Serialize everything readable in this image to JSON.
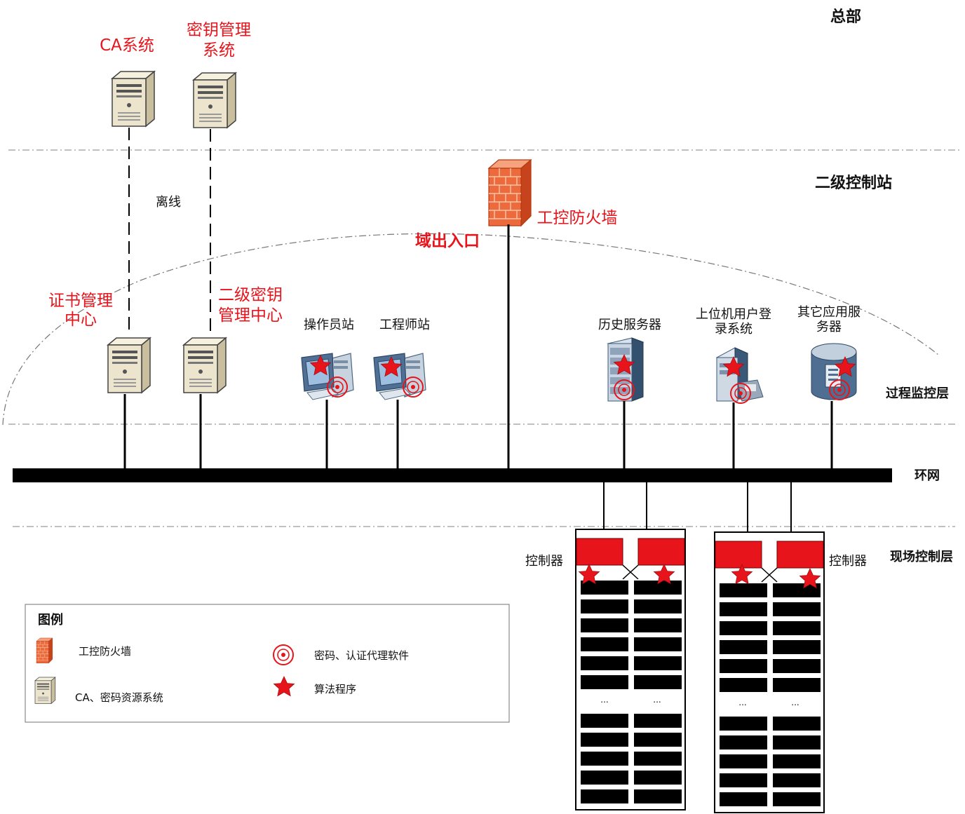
{
  "zones": {
    "hq": "总部",
    "secondary_station": "二级控制站",
    "process_layer": "过程监控层",
    "ring_network": "环网",
    "field_layer": "现场控制层"
  },
  "hq_nodes": {
    "ca_system": "CA系统",
    "key_mgmt_line1": "密钥管理",
    "key_mgmt_line2": "系统"
  },
  "offline_label": "离线",
  "firewall": {
    "label": "工控防火墙"
  },
  "domain_exit": "域出入口",
  "process_nodes": {
    "cert_center_line1": "证书管理",
    "cert_center_line2": "中心",
    "key_center_line1": "二级密钥",
    "key_center_line2": "管理中心",
    "operator_station": "操作员站",
    "engineer_station": "工程师站",
    "history_server": "历史服务器",
    "login_system_line1": "上位机用户登",
    "login_system_line2": "录系统",
    "other_server_line1": "其它应用服",
    "other_server_line2": "务器"
  },
  "controllers": {
    "left_label": "控制器",
    "right_label": "控制器",
    "ellipsis": "..."
  },
  "legend": {
    "title": "图例",
    "firewall": "工控防火墙",
    "ca_system": "CA、密码资源系统",
    "crypto_agent": "密码、认证代理软件",
    "algorithm": "算法程序"
  },
  "colors": {
    "accent_red": "#e8141b",
    "firewall_orange": "#e8532a",
    "server_beige": "#ece4cc",
    "station_blue": "#5b7fa6",
    "bus_black": "#000000"
  }
}
